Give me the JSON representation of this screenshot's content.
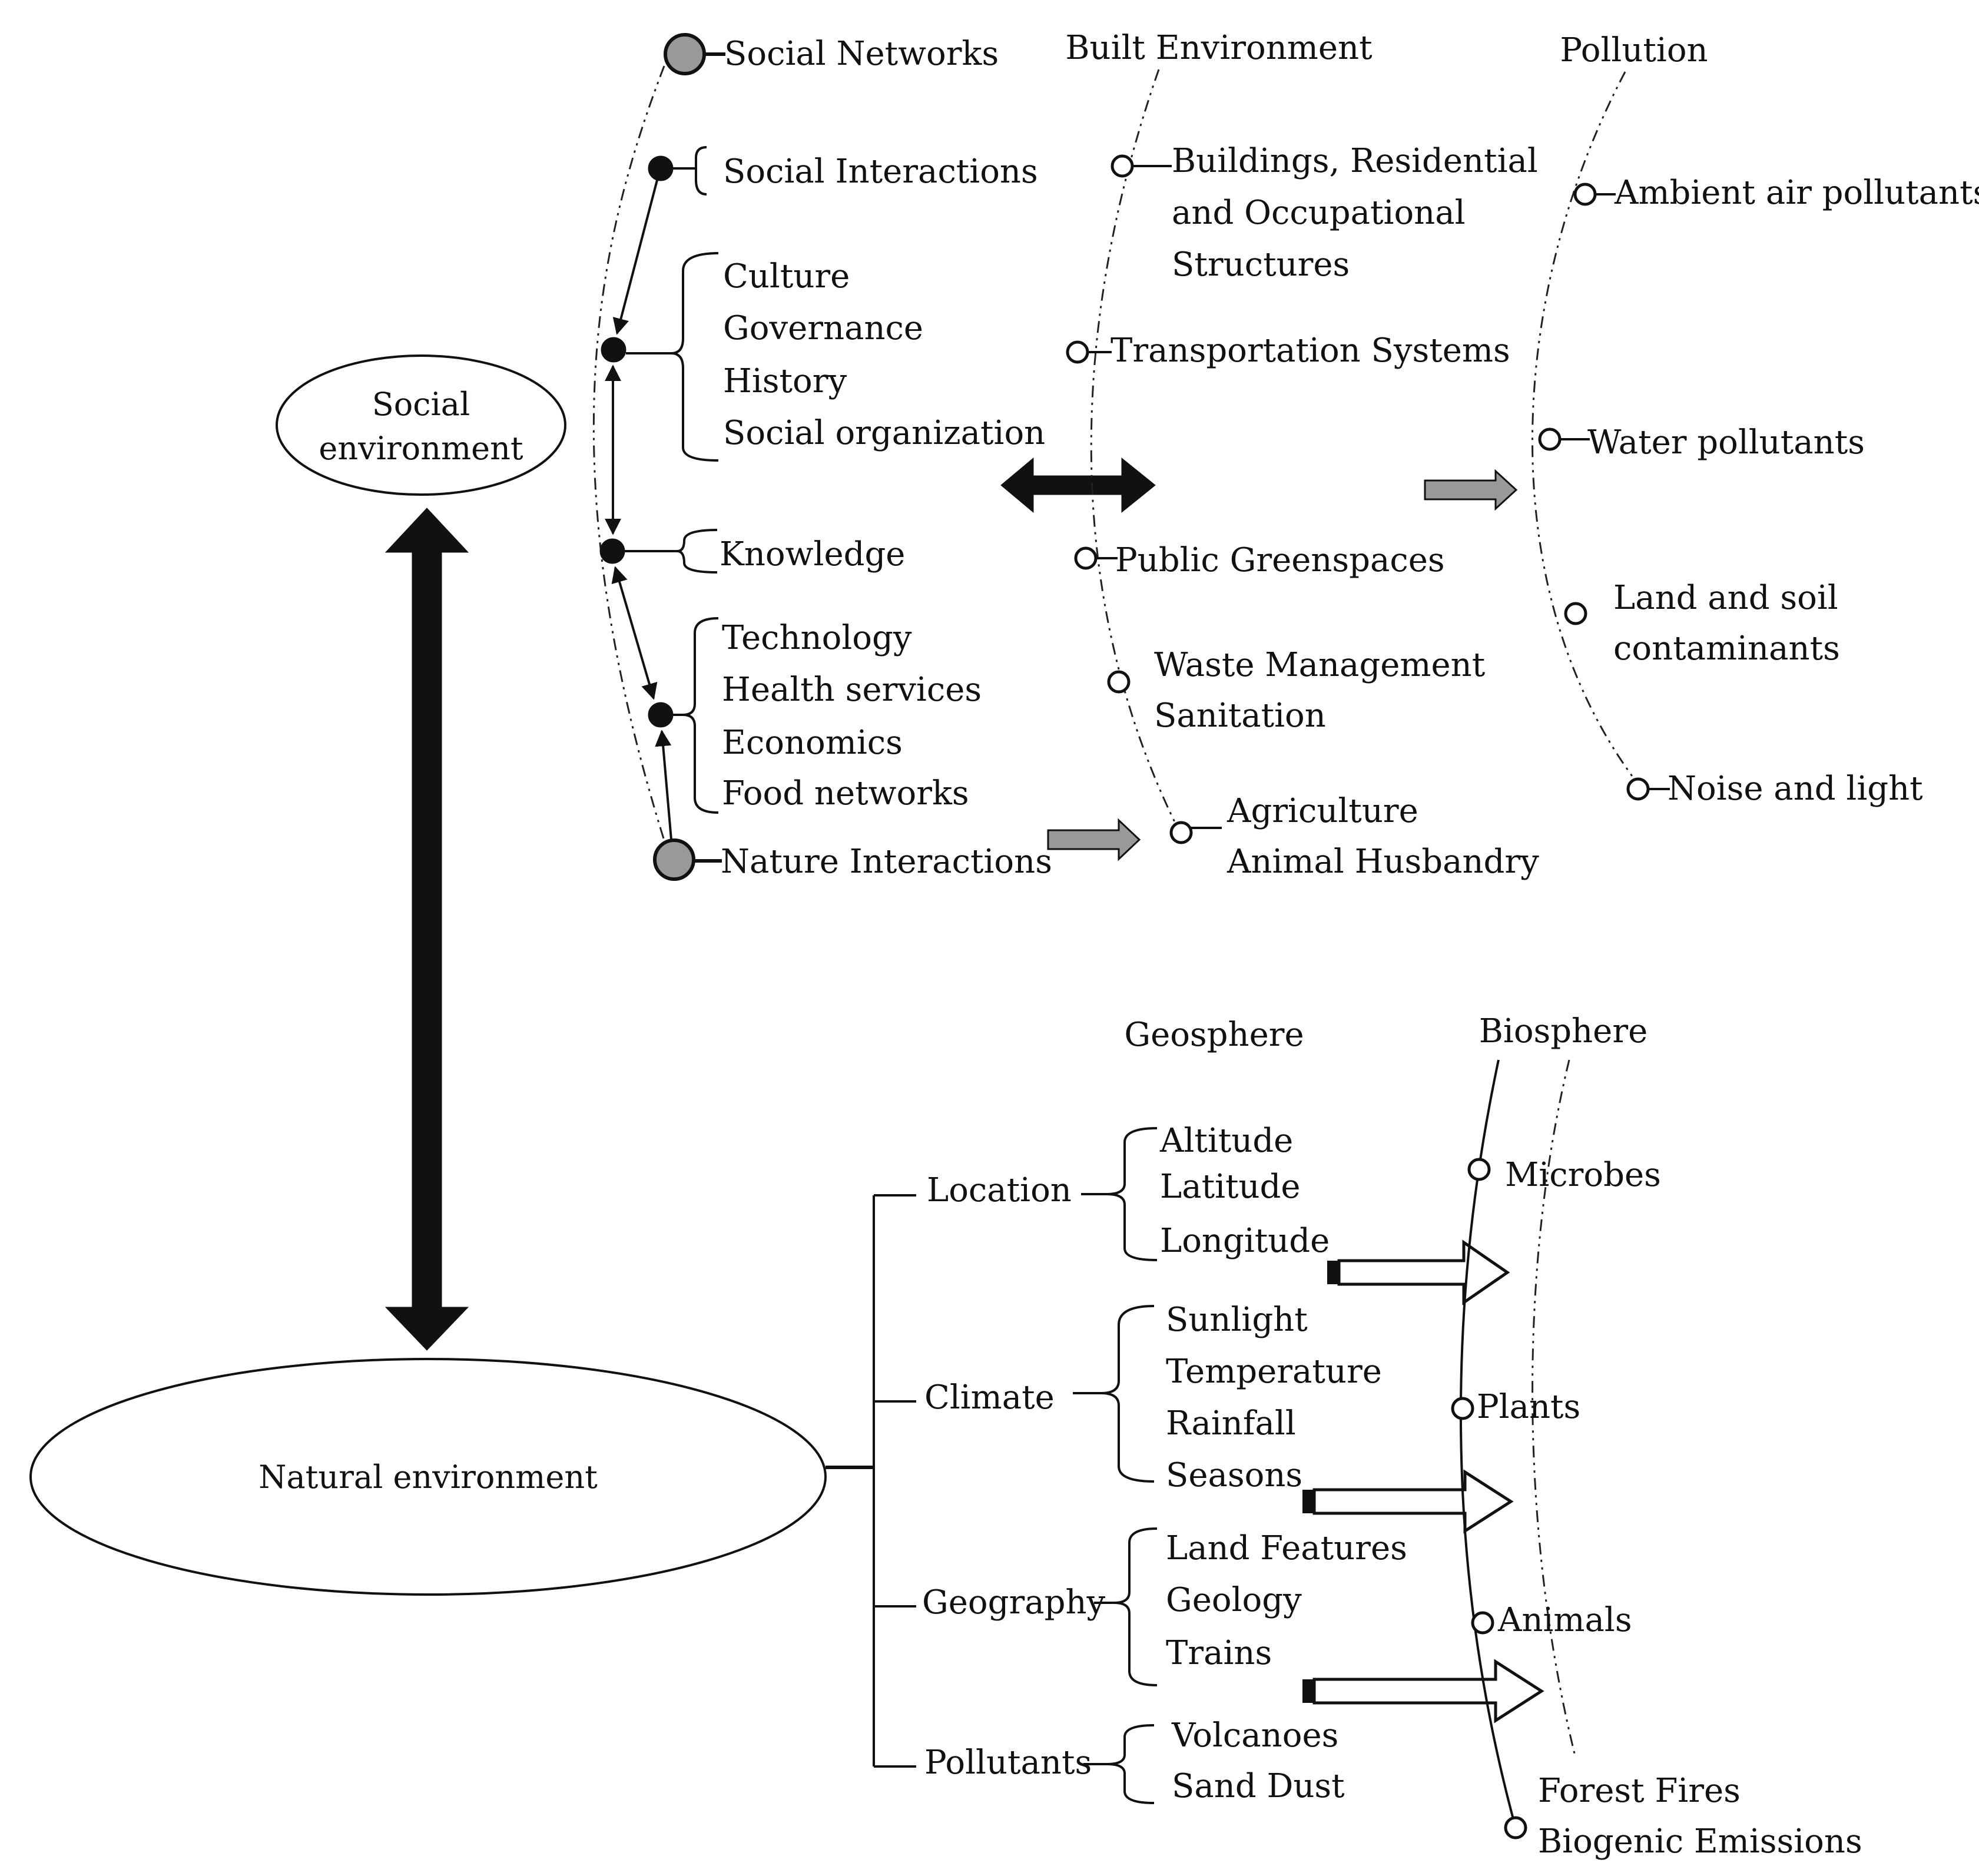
{
  "ovals": {
    "social": [
      "Social",
      "environment"
    ],
    "natural": "Natural environment"
  },
  "social_chain": {
    "social_networks": "Social Networks",
    "social_interactions": "Social Interactions",
    "culture_group": [
      "Culture",
      "Governance",
      "History",
      "Social organization"
    ],
    "knowledge": "Knowledge",
    "tech_group": [
      "Technology",
      "Health services",
      "Economics",
      "Food networks"
    ],
    "nature_interactions": "Nature Interactions"
  },
  "built_environment": {
    "title": "Built Environment",
    "buildings": [
      "Buildings, Residential",
      "and Occupational",
      "Structures"
    ],
    "transportation": "Transportation Systems",
    "greenspaces": "Public Greenspaces",
    "waste": [
      "Waste Management",
      "Sanitation"
    ],
    "agriculture": [
      "Agriculture",
      "Animal Husbandry"
    ]
  },
  "pollution": {
    "title": "Pollution",
    "ambient_air": "Ambient air pollutants",
    "water": "Water pollutants",
    "land_soil": [
      "Land and soil",
      "contaminants"
    ],
    "noise_light": "Noise and light"
  },
  "geosphere": {
    "title": "Geosphere",
    "location": {
      "label": "Location",
      "items": [
        "Altitude",
        "Latitude",
        "Longitude"
      ]
    },
    "climate": {
      "label": "Climate",
      "items": [
        "Sunlight",
        "Temperature",
        "Rainfall",
        "Seasons"
      ]
    },
    "geography": {
      "label": "Geography",
      "items": [
        "Land Features",
        "Geology",
        "Trains"
      ]
    },
    "pollutants": {
      "label": "Pollutants",
      "items": [
        "Volcanoes",
        "Sand Dust"
      ]
    }
  },
  "biosphere": {
    "title": "Biosphere",
    "microbes": "Microbes",
    "plants": "Plants",
    "animals": "Animals",
    "emissions": [
      "Forest Fires",
      "Biogenic Emissions"
    ]
  }
}
